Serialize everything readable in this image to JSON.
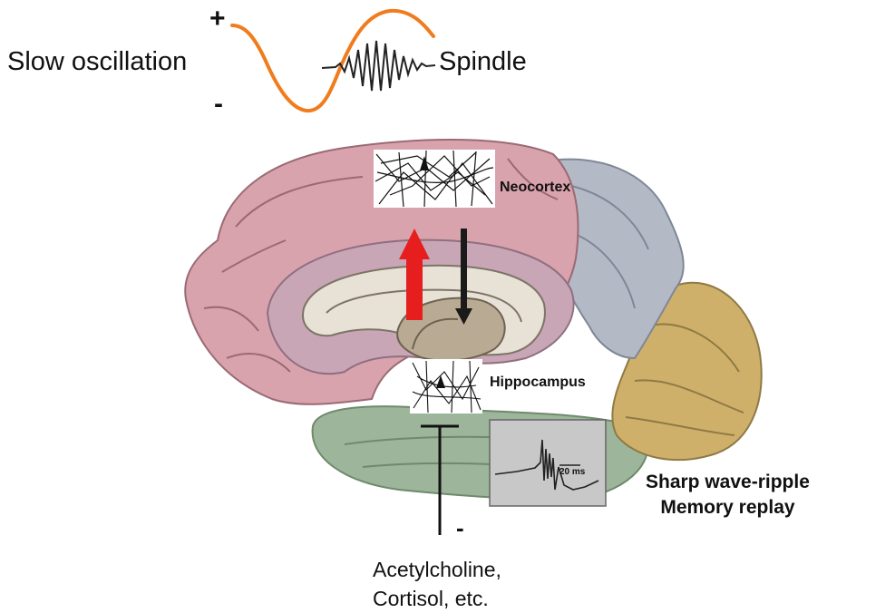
{
  "labels": {
    "slow_oscillation": "Slow oscillation",
    "spindle": "Spindle",
    "plus": "+",
    "minus_top": "-",
    "neocortex": "Neocortex",
    "hippocampus": "Hippocampus",
    "scale_bar": "20 ms",
    "sharp_wave_ripple": "Sharp wave-ripple",
    "memory_replay": "Memory replay",
    "minus_low": "-",
    "acetylcholine": "Acetylcholine,",
    "cortisol": "Cortisol, etc."
  },
  "colors": {
    "slow_wave": "#f07c1e",
    "upward_arrow": "#e61e1e",
    "downward_arrow": "#1a1a1a",
    "frontal_cortex": "#d9a3ad",
    "cingulate": "#c9a6b6",
    "parietal": "#b3bac6",
    "occipital": "#cfb06a",
    "temporal": "#9db59a",
    "inset_background": "#c8c8c8"
  }
}
